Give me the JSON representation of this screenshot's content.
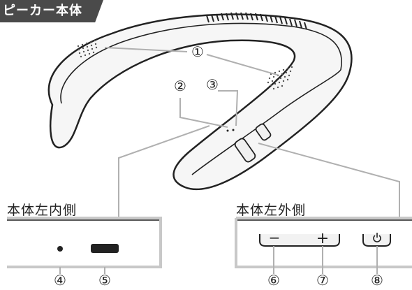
{
  "header": {
    "title": "ピーカー本体"
  },
  "callouts": {
    "c1": "①",
    "c2": "②",
    "c3": "③",
    "c4": "④",
    "c5": "⑤",
    "c6": "⑥",
    "c7": "⑦",
    "c8": "⑧"
  },
  "panels": {
    "inner": {
      "title": "本体左内側"
    },
    "outer": {
      "title": "本体左外側",
      "minus_label": "−",
      "plus_label": "+"
    }
  },
  "icons": {
    "power": "power-icon",
    "usb": "usb-port-icon",
    "mic": "microphone-hole-icon"
  }
}
